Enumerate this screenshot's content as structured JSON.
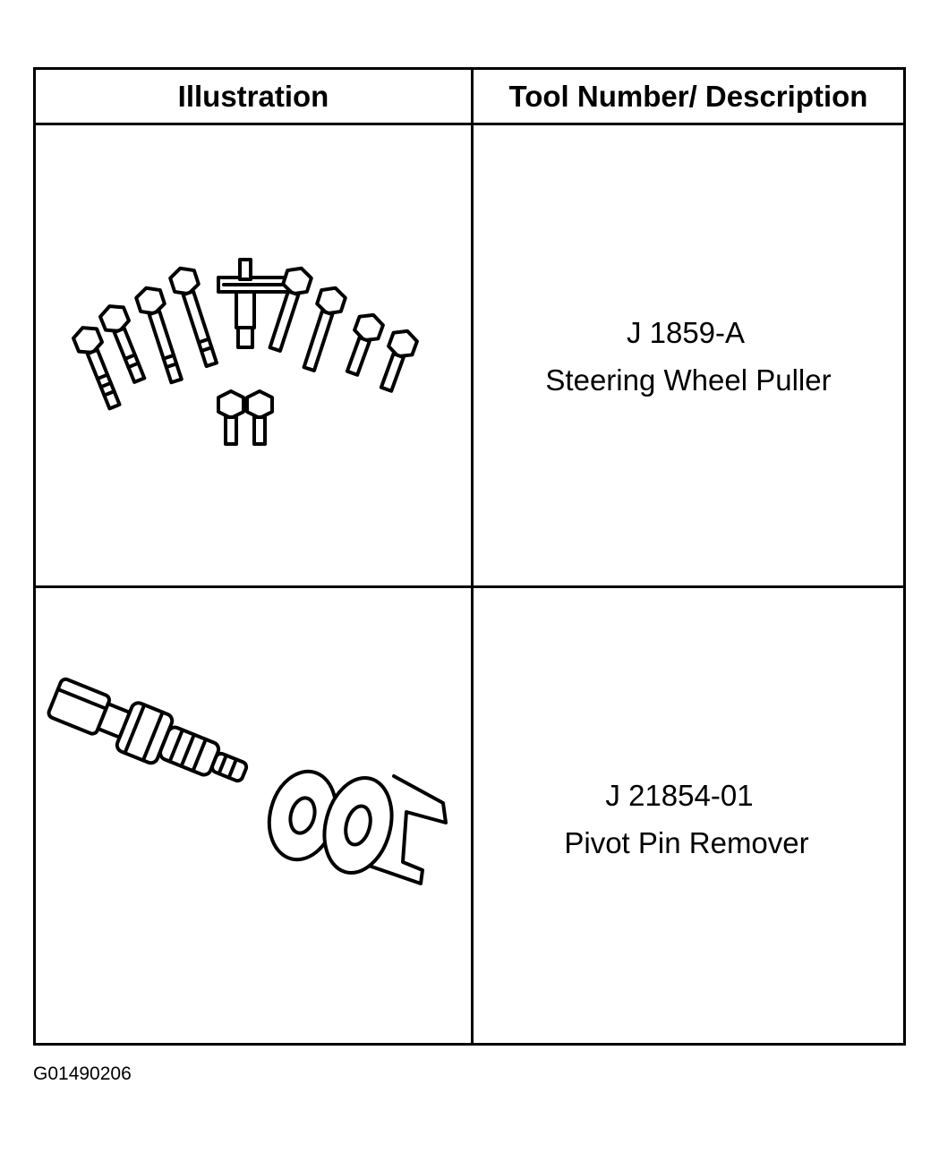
{
  "table": {
    "headers": {
      "illustration": "Illustration",
      "tool": "Tool Number/ Description"
    },
    "rows": [
      {
        "tool_number": "J 1859-A",
        "description": "Steering Wheel Puller",
        "illustration_icon": "steering-wheel-puller-icon"
      },
      {
        "tool_number": "J 21854-01",
        "description": "Pivot Pin Remover",
        "illustration_icon": "pivot-pin-remover-icon"
      }
    ]
  },
  "figure_id": "G01490206"
}
